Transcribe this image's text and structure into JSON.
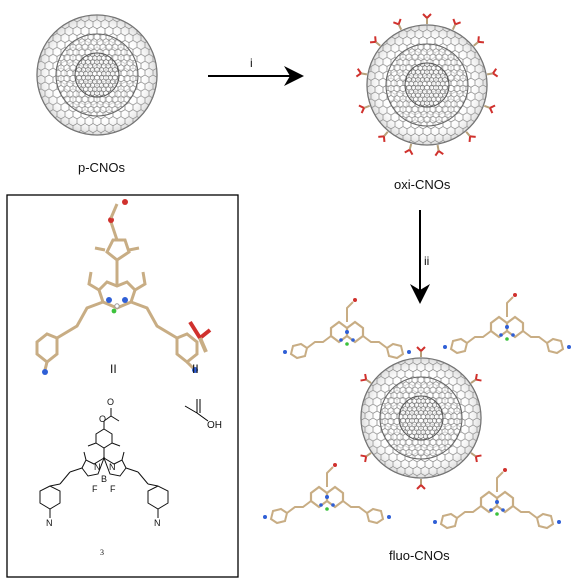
{
  "labels": {
    "pristine": "p-CNOs",
    "oxidized": "oxi-CNOs",
    "fluorescent": "fluo-CNOs",
    "step1": "i",
    "step2": "ii",
    "equiv1": "II",
    "equiv2": "II",
    "compound_number": "3"
  },
  "formula_text": {
    "oh": "OH",
    "n_left": "N",
    "n_right": "N",
    "n_dim_left": "N",
    "n_dim_right": "N",
    "boron": "B",
    "f_left": "F",
    "f_right": "F",
    "o_ester": "O",
    "o_carbonyl": "O"
  },
  "colors": {
    "onion_stroke": "#6d6d6d",
    "stick_tan": "#c8ad84",
    "oxygen_red": "#d0312d",
    "nitrogen_blue": "#2f5fd6",
    "fluorine_green": "#3cc23c",
    "arrow": "#000000",
    "frame": "#000000"
  }
}
